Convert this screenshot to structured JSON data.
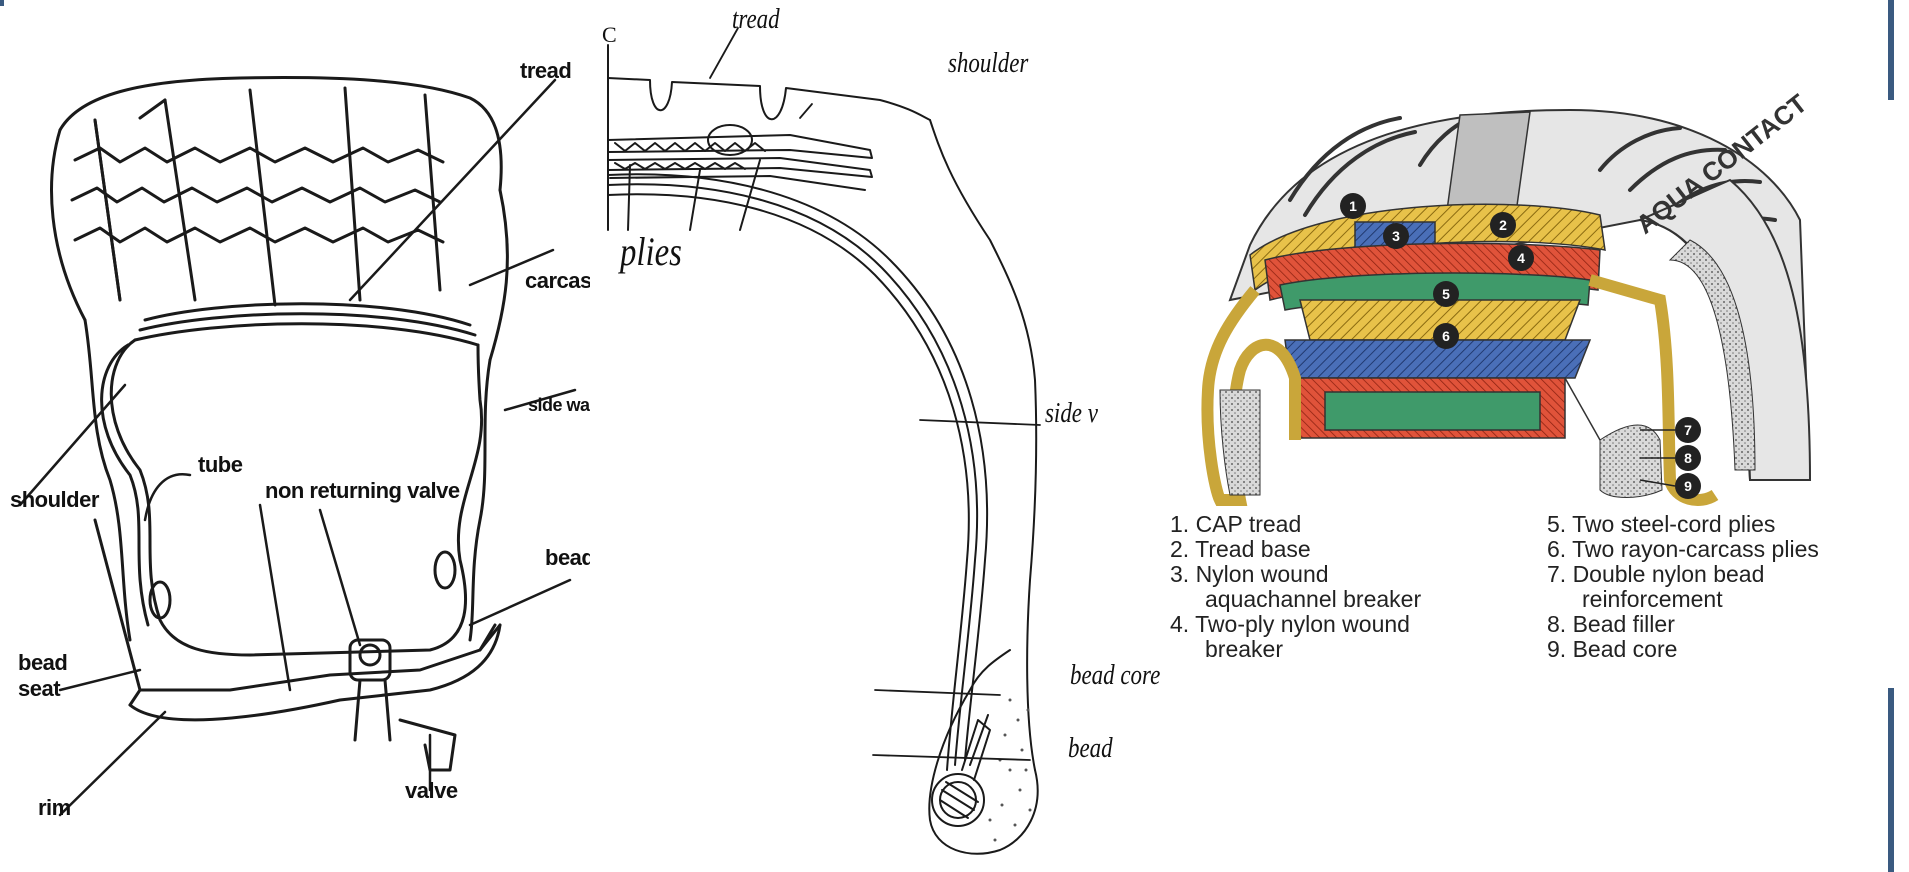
{
  "diagram1": {
    "labels": {
      "tread": "tread",
      "carcass": "carcass",
      "side_wall": "side wall",
      "shoulder": "shoulder",
      "tube": "tube",
      "non_returning_valve": "non returning valve",
      "bead": "bead",
      "bead_seat": "bead\nseat",
      "rim": "rim",
      "valve": "valve"
    }
  },
  "diagram2": {
    "labels": {
      "c": "C",
      "tread": "tread",
      "shoulder": "shoulder",
      "plies": "plies",
      "side": "side v",
      "bead_core": "bead core",
      "bead": "bead"
    }
  },
  "diagram3": {
    "brand_text": "AQUA CONTACT",
    "badges": [
      "1",
      "2",
      "3",
      "4",
      "5",
      "6",
      "7",
      "8",
      "9"
    ],
    "colors": {
      "cap_tread": "#e8c24a",
      "breaker_red": "#e0533a",
      "breaker_green": "#3f9a6a",
      "steel_blue": "#4a6fb8",
      "rubber_gray": "#cfcfcf"
    },
    "legend_left": [
      "1. CAP tread",
      "2. Tread base",
      "3. Nylon wound",
      "aquachannel breaker",
      "4. Two-ply nylon wound",
      "breaker"
    ],
    "legend_right": [
      "5. Two steel-cord plies",
      "6. Two rayon-carcass plies",
      "7. Double nylon bead",
      "reinforcement",
      "8. Bead filler",
      "9. Bead core"
    ]
  }
}
